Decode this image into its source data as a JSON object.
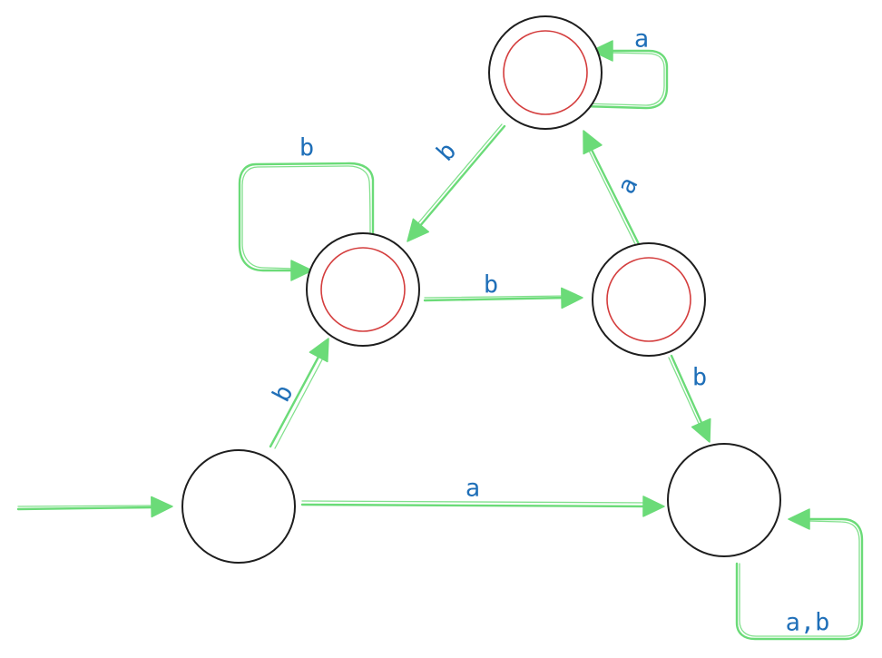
{
  "colors": {
    "edge": "#6bdb78",
    "label": "#1f6fb8",
    "state_border": "#1e1e1e",
    "accept_ring": "#d43d3d",
    "background": "#ffffff"
  },
  "states": [
    {
      "id": "q0",
      "accepting": false
    },
    {
      "id": "q1",
      "accepting": true
    },
    {
      "id": "q2",
      "accepting": true
    },
    {
      "id": "q3",
      "accepting": true
    },
    {
      "id": "q4",
      "accepting": false
    }
  ],
  "start_state": "q0",
  "transitions": [
    {
      "id": "q0-q1",
      "from": "q0",
      "to": "q1",
      "label": "b"
    },
    {
      "id": "q0-q4",
      "from": "q0",
      "to": "q4",
      "label": "a"
    },
    {
      "id": "q1-q1",
      "from": "q1",
      "to": "q1",
      "label": "b"
    },
    {
      "id": "q1-q2",
      "from": "q1",
      "to": "q2",
      "label": "b"
    },
    {
      "id": "q2-q3",
      "from": "q2",
      "to": "q3",
      "label": "a"
    },
    {
      "id": "q2-q4",
      "from": "q2",
      "to": "q4",
      "label": "b"
    },
    {
      "id": "q3-q3",
      "from": "q3",
      "to": "q3",
      "label": "a"
    },
    {
      "id": "q3-q1",
      "from": "q3",
      "to": "q1",
      "label": "b"
    },
    {
      "id": "q4-q4",
      "from": "q4",
      "to": "q4",
      "label": "a,b"
    }
  ]
}
